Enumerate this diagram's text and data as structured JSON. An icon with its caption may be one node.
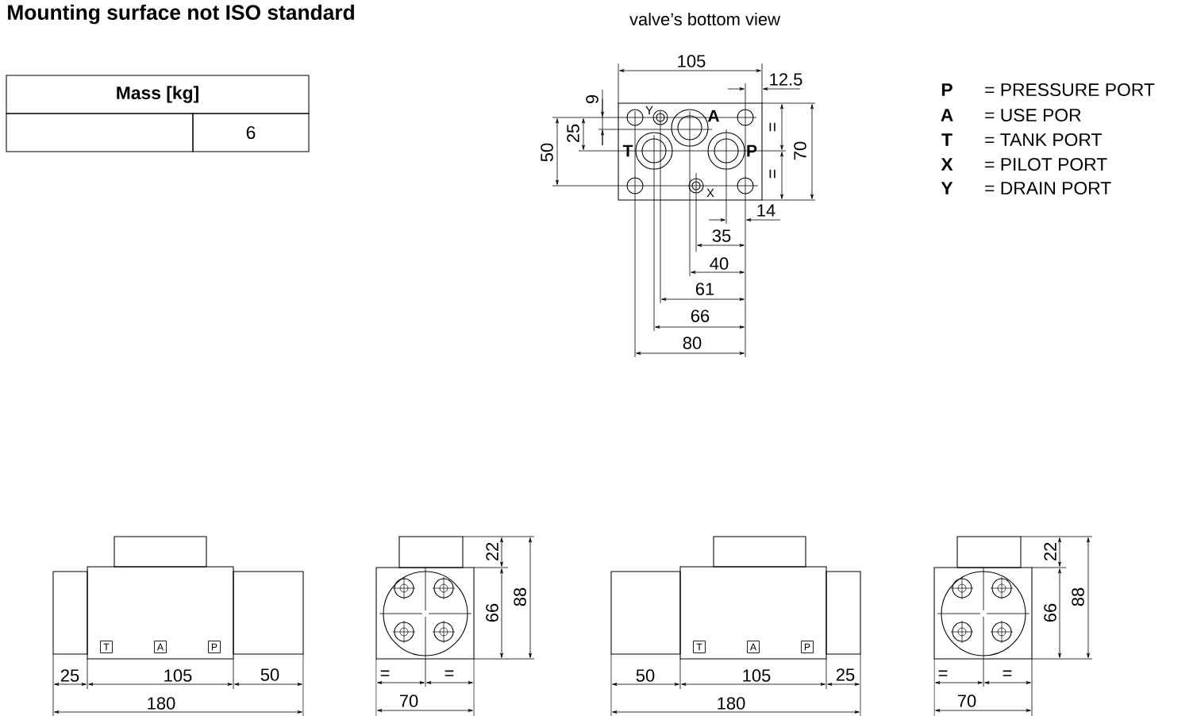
{
  "diagram": {
    "title": "Mounting surface not ISO standard",
    "labels": [
      "Mass [kg]",
      "6",
      "valve’s bottom view",
      "105",
      "12.5",
      "9",
      "25",
      "50",
      "Y",
      "A",
      "T",
      "P",
      "=",
      "=",
      "70",
      "X",
      "14",
      "35",
      "40",
      "61",
      "66",
      "80",
      "P",
      "= PRESSURE PORT",
      "A",
      "= USE POR",
      "T",
      "= TANK PORT",
      "X",
      "= PILOT PORT",
      "Y",
      "= DRAIN PORT",
      "T",
      "A",
      "P",
      "25",
      "105",
      "50",
      "180",
      "22",
      "88",
      "66",
      "=",
      "=",
      "70",
      "T",
      "A",
      "P",
      "50",
      "105",
      "25",
      "180",
      "22",
      "88",
      "66",
      "=",
      "=",
      "70"
    ]
  }
}
